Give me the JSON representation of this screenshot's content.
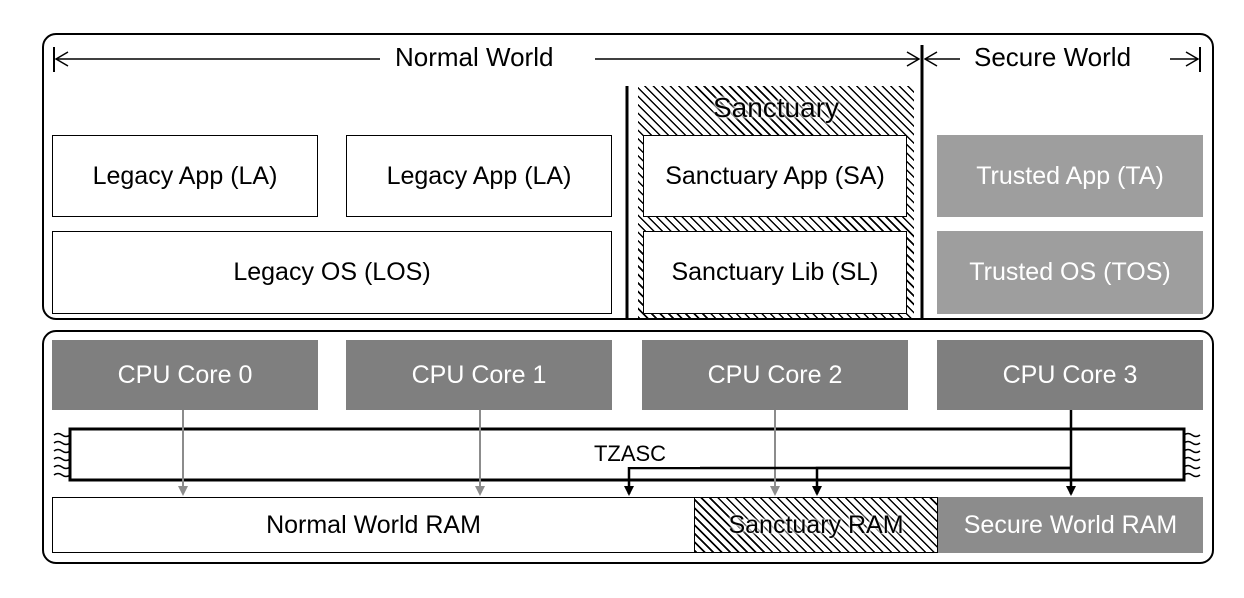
{
  "world_labels": {
    "normal": "Normal World",
    "secure": "Secure World",
    "sanctuary": "Sanctuary"
  },
  "software": {
    "legacy_app_1": "Legacy App (LA)",
    "legacy_app_2": "Legacy App (LA)",
    "legacy_os": "Legacy OS (LOS)",
    "sanctuary_app": "Sanctuary App (SA)",
    "sanctuary_lib": "Sanctuary Lib (SL)",
    "trusted_app": "Trusted App (TA)",
    "trusted_os": "Trusted OS (TOS)"
  },
  "hardware": {
    "cores": [
      "CPU Core 0",
      "CPU Core 1",
      "CPU Core 2",
      "CPU Core 3"
    ],
    "bus_label": "TZASC",
    "ram": {
      "normal": "Normal World RAM",
      "sanctuary": "Sanctuary RAM",
      "secure": "Secure World RAM"
    }
  },
  "colors": {
    "trusted_fill": "#9e9e9e",
    "core_fill": "#7f7f7f",
    "arrow_gray": "#8c8c8c"
  }
}
